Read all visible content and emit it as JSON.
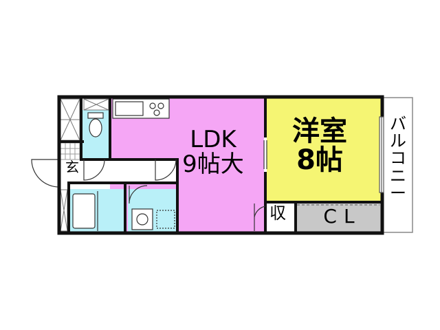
{
  "rooms": {
    "ldk": {
      "line1": "LDK",
      "line2": "9帖大",
      "color": "#f5a6f5"
    },
    "yoshitsu": {
      "line1": "洋室",
      "line2": "8帖",
      "color": "#f5f573"
    },
    "closet": {
      "label": "CL",
      "color": "#c8c8c8"
    },
    "storage": {
      "label": "収"
    },
    "entrance": {
      "label": "玄"
    },
    "balcony": {
      "label": [
        "バ",
        "ル",
        "コ",
        "ニ",
        "ー"
      ]
    }
  },
  "colors": {
    "wall": "#111111",
    "water": "#b9f0f8",
    "floor_white": "#ffffff",
    "balcony_bg": "#ffffff"
  }
}
